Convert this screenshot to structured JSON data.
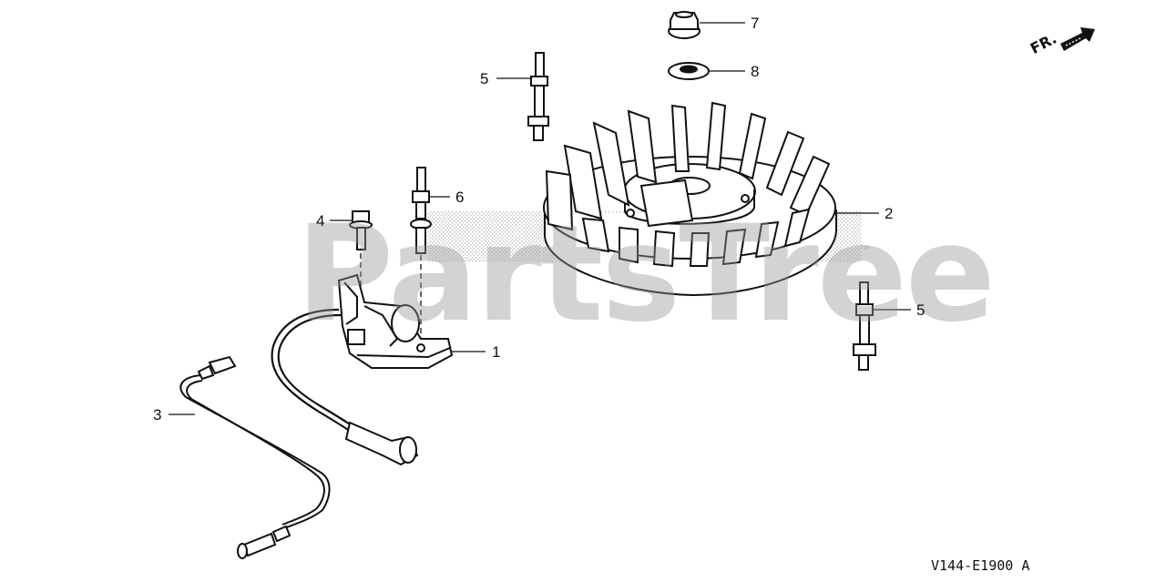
{
  "callouts": {
    "c1": "1",
    "c2": "2",
    "c3": "3",
    "c4": "4",
    "c5a": "5",
    "c5b": "5",
    "c6": "6",
    "c7": "7",
    "c8": "8"
  },
  "watermark": {
    "text": "PartsTree",
    "tm": "™"
  },
  "direction_label": "FR.",
  "diagram_code": "V144-E1900 A",
  "colors": {
    "line": "#111111",
    "watermark": "#9a9a9a",
    "background": "#ffffff"
  }
}
